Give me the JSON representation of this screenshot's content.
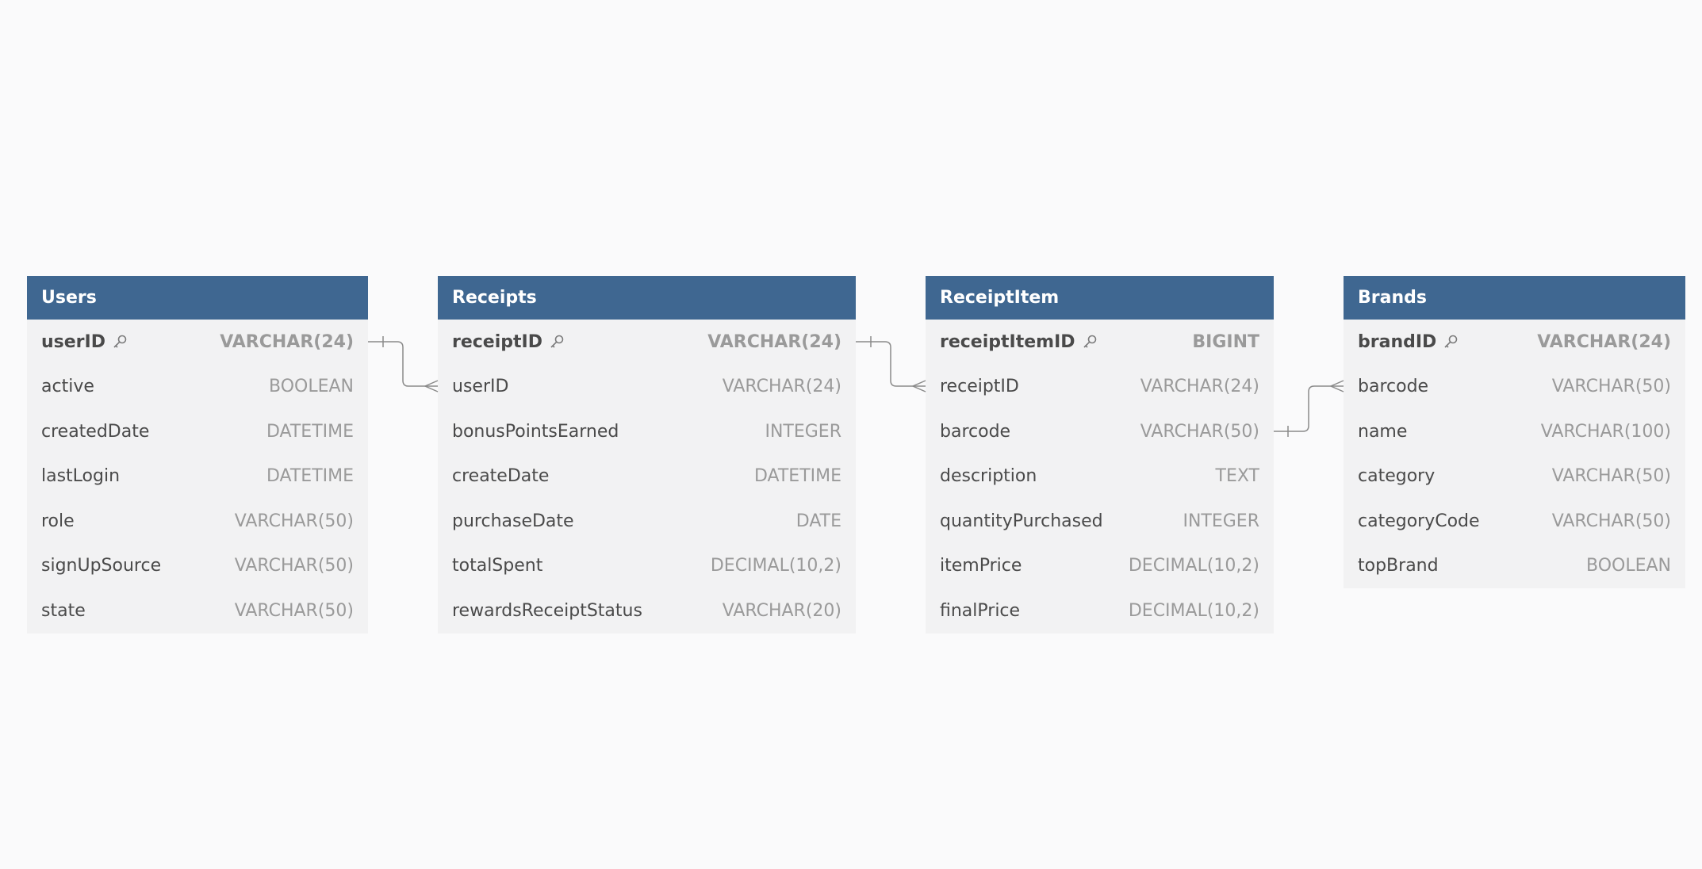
{
  "tables": [
    {
      "name": "Users",
      "columns": [
        {
          "name": "userID",
          "type": "VARCHAR(24)",
          "pk": true
        },
        {
          "name": "active",
          "type": "BOOLEAN"
        },
        {
          "name": "createdDate",
          "type": "DATETIME"
        },
        {
          "name": "lastLogin",
          "type": "DATETIME"
        },
        {
          "name": "role",
          "type": "VARCHAR(50)"
        },
        {
          "name": "signUpSource",
          "type": "VARCHAR(50)"
        },
        {
          "name": "state",
          "type": "VARCHAR(50)"
        }
      ]
    },
    {
      "name": "Receipts",
      "columns": [
        {
          "name": "receiptID",
          "type": "VARCHAR(24)",
          "pk": true
        },
        {
          "name": "userID",
          "type": "VARCHAR(24)"
        },
        {
          "name": "bonusPointsEarned",
          "type": "INTEGER"
        },
        {
          "name": "createDate",
          "type": "DATETIME"
        },
        {
          "name": "purchaseDate",
          "type": "DATE"
        },
        {
          "name": "totalSpent",
          "type": "DECIMAL(10,2)"
        },
        {
          "name": "rewardsReceiptStatus",
          "type": "VARCHAR(20)"
        }
      ]
    },
    {
      "name": "ReceiptItem",
      "columns": [
        {
          "name": "receiptItemID",
          "type": "BIGINT",
          "pk": true
        },
        {
          "name": "receiptID",
          "type": "VARCHAR(24)"
        },
        {
          "name": "barcode",
          "type": "VARCHAR(50)"
        },
        {
          "name": "description",
          "type": "TEXT"
        },
        {
          "name": "quantityPurchased",
          "type": "INTEGER"
        },
        {
          "name": "itemPrice",
          "type": "DECIMAL(10,2)"
        },
        {
          "name": "finalPrice",
          "type": "DECIMAL(10,2)"
        }
      ]
    },
    {
      "name": "Brands",
      "columns": [
        {
          "name": "brandID",
          "type": "VARCHAR(24)",
          "pk": true
        },
        {
          "name": "barcode",
          "type": "VARCHAR(50)"
        },
        {
          "name": "name",
          "type": "VARCHAR(100)"
        },
        {
          "name": "category",
          "type": "VARCHAR(50)"
        },
        {
          "name": "categoryCode",
          "type": "VARCHAR(50)"
        },
        {
          "name": "topBrand",
          "type": "BOOLEAN"
        }
      ]
    }
  ],
  "colors": {
    "header": "#3f6791",
    "body": "#f2f2f3",
    "background": "#fafafb",
    "connector": "#8a8a8a"
  }
}
